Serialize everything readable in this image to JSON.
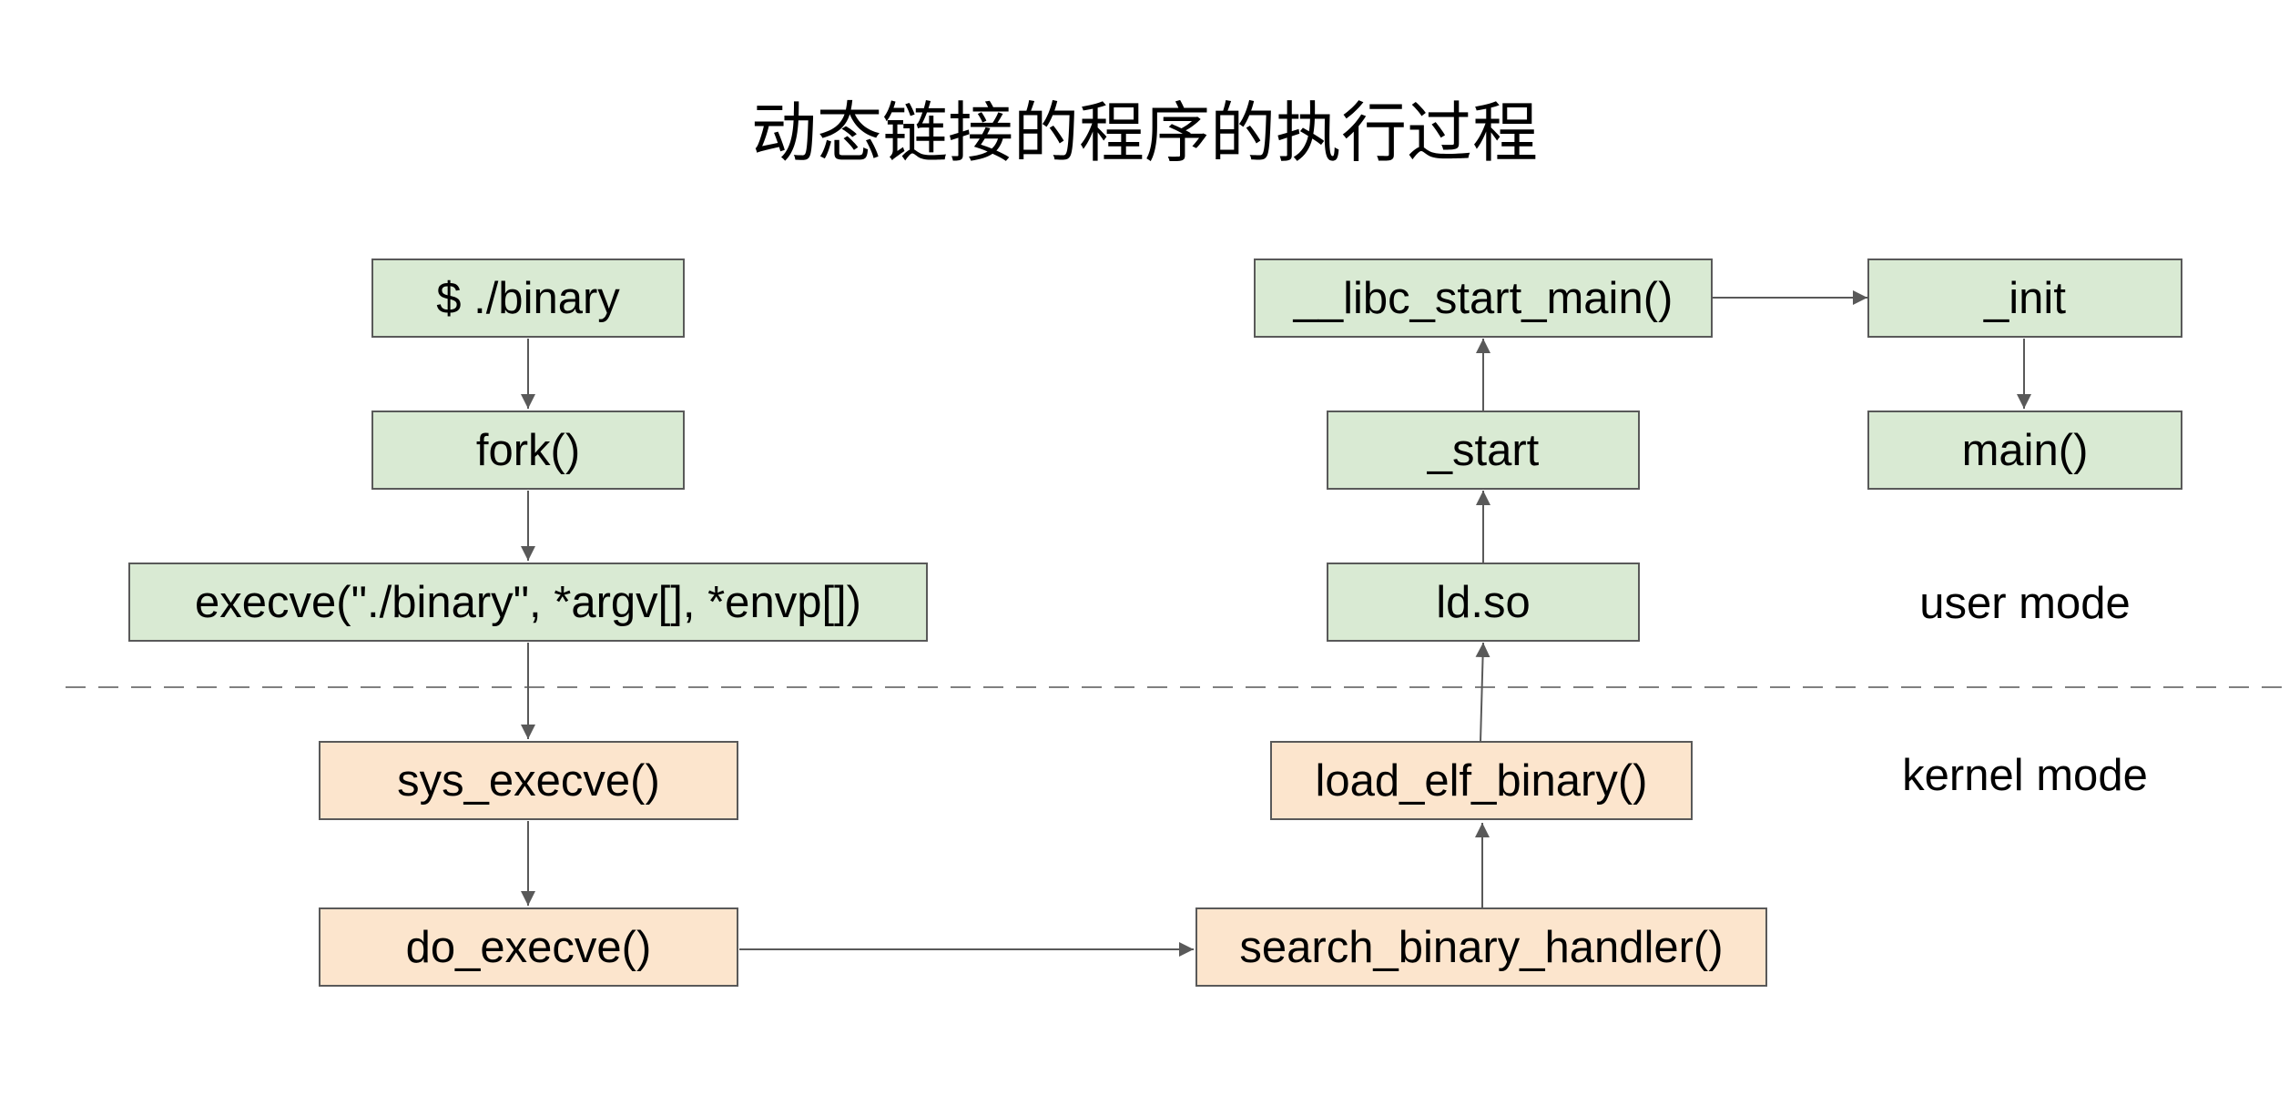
{
  "title": "动态链接的程序的执行过程",
  "colors": {
    "user_fill": "#d9ead3",
    "kernel_fill": "#fce5cd",
    "border": "#595959",
    "arrow": "#595959",
    "divider": "#7f7f7f"
  },
  "nodes": {
    "shell": "$ ./binary",
    "fork": "fork()",
    "execve": "execve(\"./binary\", *argv[], *envp[])",
    "sys_execve": "sys_execve()",
    "do_execve": "do_execve()",
    "search_binary_handler": "search_binary_handler()",
    "load_elf_binary": "load_elf_binary()",
    "ld_so": "ld.so",
    "start": "_start",
    "libc_start_main": "__libc_start_main()",
    "init": "_init",
    "main": "main()"
  },
  "labels": {
    "user_mode": "user mode",
    "kernel_mode": "kernel mode"
  }
}
